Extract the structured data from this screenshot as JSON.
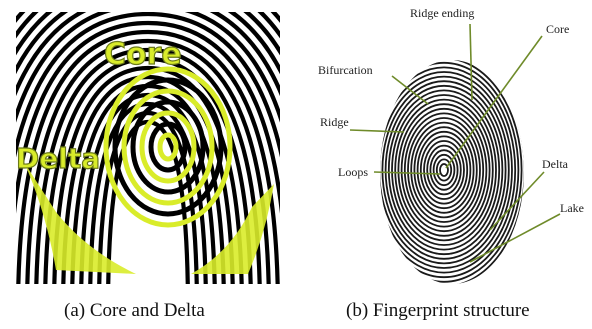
{
  "panel_a": {
    "core_label": "Core",
    "delta_label": "Delta",
    "caption": "(a)  Core and Delta",
    "colors": {
      "highlight": "#d9ec2a",
      "ridge": "#000000",
      "label_stroke": "#6b7a1a"
    }
  },
  "panel_b": {
    "labels": {
      "ridge_ending": "Ridge ending",
      "core": "Core",
      "bifurcation": "Bifurcation",
      "ridge": "Ridge",
      "loops": "Loops",
      "delta": "Delta",
      "lake": "Lake"
    },
    "caption": "(b)  Fingerprint structure",
    "colors": {
      "leader_line": "#6f8b2a",
      "ridge": "#1a1a1a"
    }
  }
}
